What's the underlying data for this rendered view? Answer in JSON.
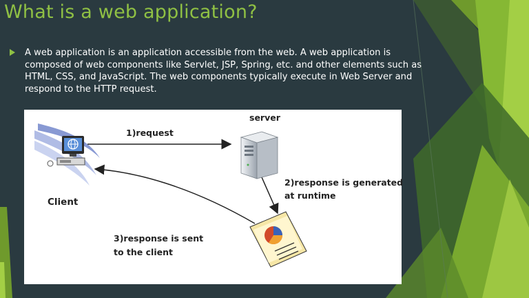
{
  "slide": {
    "title": "What is a web application?",
    "bullets": [
      "A web application is an application accessible from the web. A web application is composed of web components like Servlet, JSP, Spring, etc. and other elements such as HTML, CSS, and JavaScript. The web components typically execute in Web Server and respond to the HTTP request."
    ]
  },
  "diagram": {
    "server_label": "server",
    "client_label": "Client",
    "step1": "1)request",
    "step2_line1": "2)response is generated",
    "step2_line2": "at runtime",
    "step3_line1": "3)response is sent",
    "step3_line2": "to the client"
  },
  "colors": {
    "background": "#2a3a40",
    "accent_green": "#8fc044",
    "text": "#ffffff"
  },
  "icons": [
    "computer-icon",
    "globe-icon",
    "server-icon",
    "document-icon",
    "pie-chart-icon"
  ]
}
